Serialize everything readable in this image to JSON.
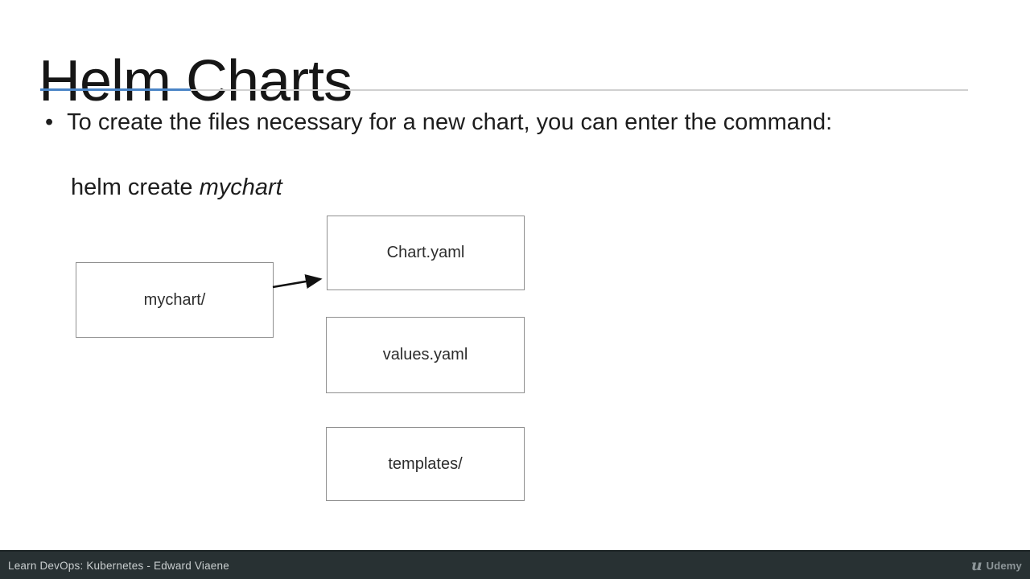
{
  "slide": {
    "title": "Helm Charts",
    "bullet_glyph": "•",
    "bullet_text": "To create the files necessary for a new chart, you can enter the command:",
    "command_prefix": "helm create ",
    "command_arg": "mychart"
  },
  "diagram": {
    "root_box": "mychart/",
    "children": [
      "Chart.yaml",
      "values.yaml",
      "templates/"
    ]
  },
  "footer": {
    "course": "Learn DevOps: Kubernetes - Edward Viaene",
    "brand_mark": "u",
    "brand_name": "Udemy"
  },
  "colors": {
    "accent_blue": "#4a84c6",
    "divider_gray": "#d0d0d0",
    "box_border": "#8f8f8f",
    "arrow_black": "#111111",
    "footer_bg": "#283133",
    "footer_text": "#c9cecf",
    "brand_gray": "#8d9699"
  }
}
